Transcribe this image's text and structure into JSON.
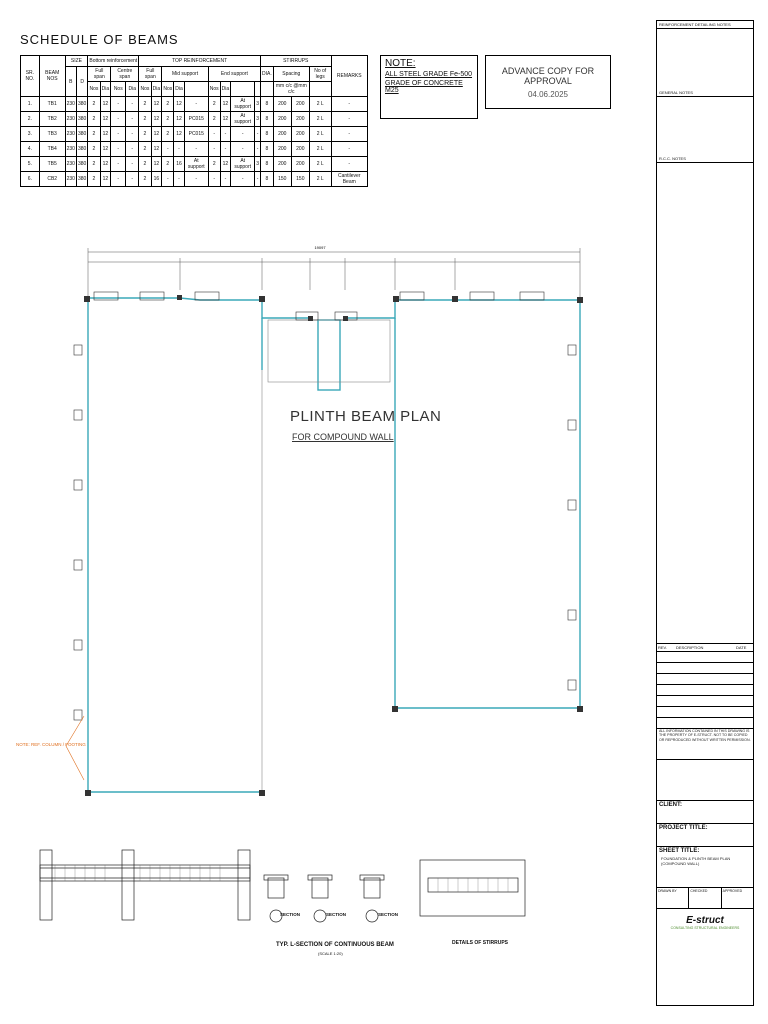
{
  "schedule": {
    "title": "SCHEDULE OF BEAMS",
    "hdr": {
      "sr_no": "SR. NO.",
      "beam_nos": "BEAM NOS",
      "size": "SIZE",
      "b": "B",
      "d": "D",
      "bottom": "Bottom reinforcement",
      "top": "TOP REINFORCEMENT",
      "stirrups": "STIRRUPS",
      "remarks": "REMARKS",
      "full_span": "Full span",
      "centre_span": "Centre span",
      "mid_support": "Mid support",
      "end_support": "End support",
      "dia": "DIA.",
      "spacing": "Spacing",
      "no_of_legs": "No of legs",
      "nos": "Nos",
      "dia_s": "Dia",
      "spacing_sub": "mm c/c @mm c/c"
    },
    "rows": [
      {
        "sr": "1.",
        "nos": "TB1",
        "b": "230",
        "d": "380",
        "c": [
          "2",
          "12",
          "-",
          "-",
          "2",
          "12",
          "2",
          "12",
          "-",
          "2",
          "12",
          "At support",
          "3"
        ],
        "dia": "8",
        "sp1": "200",
        "sp2": "200",
        "legs": "2 L",
        "rem": "-"
      },
      {
        "sr": "2.",
        "nos": "TB2",
        "b": "230",
        "d": "380",
        "c": [
          "2",
          "12",
          "-",
          "-",
          "2",
          "12",
          "2",
          "12",
          "PC015",
          "2",
          "12",
          "At support",
          "3"
        ],
        "dia": "8",
        "sp1": "200",
        "sp2": "200",
        "legs": "2 L",
        "rem": "-"
      },
      {
        "sr": "3.",
        "nos": "TB3",
        "b": "230",
        "d": "380",
        "c": [
          "2",
          "12",
          "-",
          "-",
          "2",
          "12",
          "2",
          "12",
          "PC015",
          "-",
          "-",
          "-",
          "-"
        ],
        "dia": "8",
        "sp1": "200",
        "sp2": "200",
        "legs": "2 L",
        "rem": "-"
      },
      {
        "sr": "4.",
        "nos": "TB4",
        "b": "230",
        "d": "380",
        "c": [
          "2",
          "12",
          "-",
          "-",
          "2",
          "12",
          "-",
          "-",
          "-",
          "-",
          "-",
          "-",
          "-"
        ],
        "dia": "8",
        "sp1": "200",
        "sp2": "200",
        "legs": "2 L",
        "rem": "-"
      },
      {
        "sr": "5.",
        "nos": "TB5",
        "b": "230",
        "d": "380",
        "c": [
          "2",
          "12",
          "-",
          "-",
          "2",
          "12",
          "2",
          "16",
          "At support",
          "2",
          "12",
          "At support",
          "3"
        ],
        "dia": "8",
        "sp1": "200",
        "sp2": "200",
        "legs": "2 L",
        "rem": "-"
      },
      {
        "sr": "6.",
        "nos": "CB2",
        "b": "230",
        "d": "380",
        "c": [
          "2",
          "12",
          "-",
          "-",
          "2",
          "16",
          "-",
          "-",
          "-",
          "-",
          "-",
          "-",
          "-"
        ],
        "dia": "8",
        "sp1": "150",
        "sp2": "150",
        "legs": "2 L",
        "rem": "Cantilever Beam"
      }
    ]
  },
  "note": {
    "heading": "NOTE:",
    "line1": "ALL STEEL GRADE Fe-500",
    "line2": "GRADE OF CONCRETE M25"
  },
  "approval": {
    "line1": "ADVANCE COPY FOR APPROVAL",
    "date": "04.06.2025"
  },
  "plan": {
    "title": "PLINTH BEAM PLAN",
    "subtitle": "FOR COMPOUND WALL",
    "overall_dim": "19097",
    "callout": "NOTE: REF. COLUMN / FOOTING"
  },
  "details": {
    "section_labels": [
      "SECTION",
      "SECTION",
      "SECTION"
    ],
    "section_caption": "TYP. L-SECTION OF CONTINUOUS BEAM",
    "section_scale": "(SCALE 1:20)",
    "stirrups_caption": "DETAILS OF STIRRUPS"
  },
  "right_panel": {
    "hd1": "REINFORCEMENT DETAILING NOTES",
    "hd2": "GENERAL NOTES",
    "hd3": "R.C.C. NOTES",
    "rev_headers": [
      "REV.",
      "DESCRIPTION",
      "DATE"
    ],
    "disclaimer": "ALL INFORMATION CONTAINED IN THIS DRAWING IS THE PROPERTY OF E-STRUCT. NOT TO BE COPIED OR REPRODUCED WITHOUT WRITTEN PERMISSION.",
    "client_label": "CLIENT:",
    "project_label": "PROJECT TITLE:",
    "sheet_label": "SHEET TITLE:",
    "sheet_value": "FOUNDATION & PLINTH BEAM PLAN (COMPOUND WALL)",
    "drawn_label": "DRAWN BY",
    "checked_label": "CHECKED",
    "approved_label": "APPROVED",
    "logo": "E-struct",
    "footer": "CONSULTING STRUCTURAL ENGINEERS"
  }
}
